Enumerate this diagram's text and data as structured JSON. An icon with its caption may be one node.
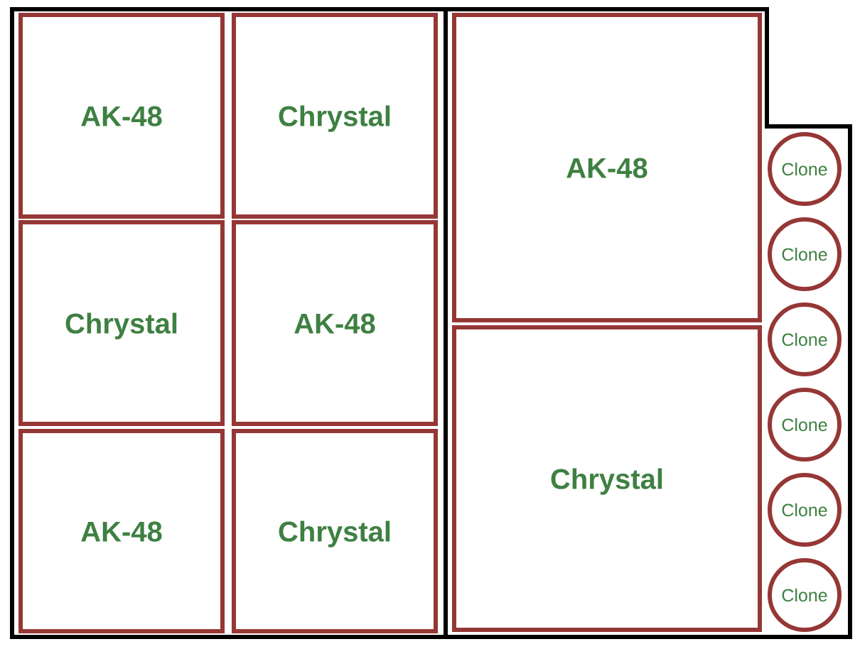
{
  "diagram": {
    "nodes": [
      {
        "text": [],
        "shape": "box"
      },
      {
        "text": [
          "AK-48"
        ],
        "in": 0
      },
      {
        "text": [
          "Chrystal"
        ],
        "in": 0
      },
      {
        "text": [
          "Chrystal"
        ],
        "in": 0
      },
      {
        "text": [
          "AK-48"
        ],
        "in": 0
      },
      {
        "text": [
          "AK-48"
        ],
        "in": 0
      },
      {
        "text": [
          "Chrystal"
        ],
        "in": 0
      },
      {
        "text": [],
        "shape": "box"
      },
      {
        "text": [
          "AK-48"
        ],
        "in": 7
      },
      {
        "text": [
          "Chrystal"
        ],
        "in": 7
      },
      {
        "text": [
          "Clone"
        ],
        "in": 7
      },
      {
        "text": [
          "Clone"
        ],
        "in": 7
      },
      {
        "text": [
          "Clone"
        ],
        "in": 7
      },
      {
        "text": [
          "Clone"
        ],
        "in": 7
      },
      {
        "text": [
          "Clone"
        ],
        "in": 7
      },
      {
        "text": [
          "Clone"
        ],
        "in": 7
      }
    ]
  }
}
